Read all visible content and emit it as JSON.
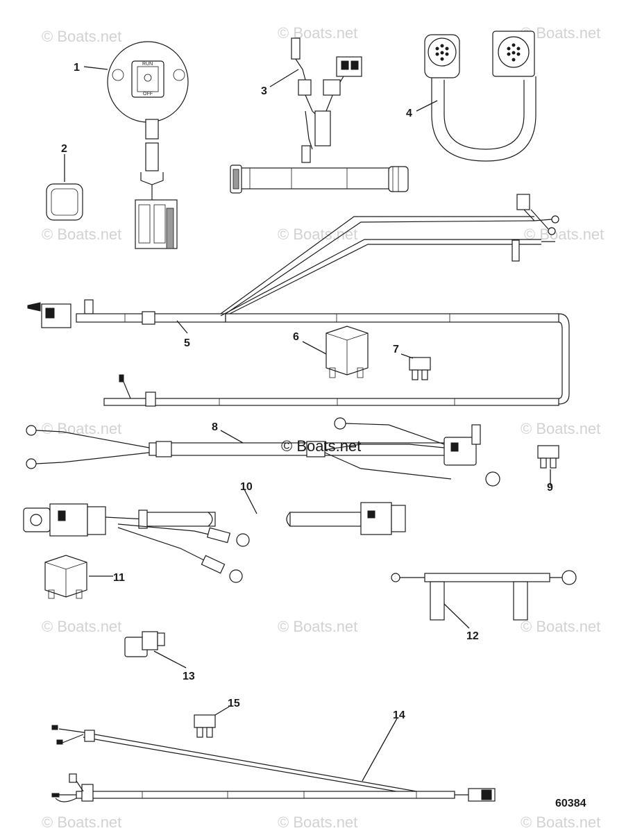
{
  "watermarks": {
    "faint": "© Boats.net",
    "main": "© Boats.net"
  },
  "switch_labels": {
    "run": "RUN",
    "off": "OFF"
  },
  "callouts": {
    "c1": "1",
    "c2": "2",
    "c3": "3",
    "c4": "4",
    "c5": "5",
    "c6": "6",
    "c7": "7",
    "c8": "8",
    "c9": "9",
    "c10": "10",
    "c11": "11",
    "c12": "12",
    "c13": "13",
    "c14": "14",
    "c15": "15"
  },
  "diagram_number": "60384"
}
